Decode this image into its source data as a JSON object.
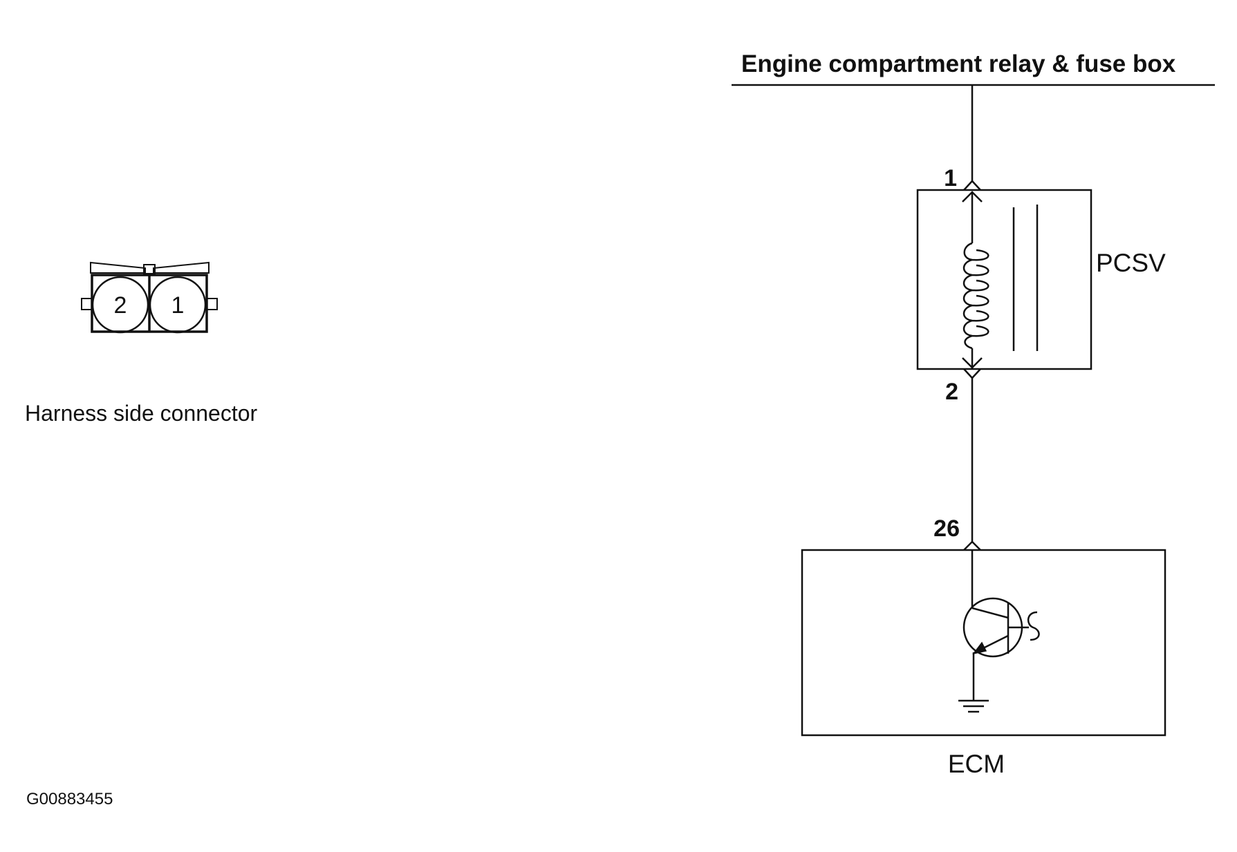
{
  "connector": {
    "pin_left_label": "2",
    "pin_right_label": "1",
    "caption": "Harness side connector"
  },
  "circuit": {
    "supply_label": "Engine compartment relay & fuse box",
    "component_label": "PCSV",
    "component_pin_top": "1",
    "component_pin_bottom": "2",
    "ecm_pin": "26",
    "ecm_label": "ECM"
  },
  "figure_id": "G00883455"
}
